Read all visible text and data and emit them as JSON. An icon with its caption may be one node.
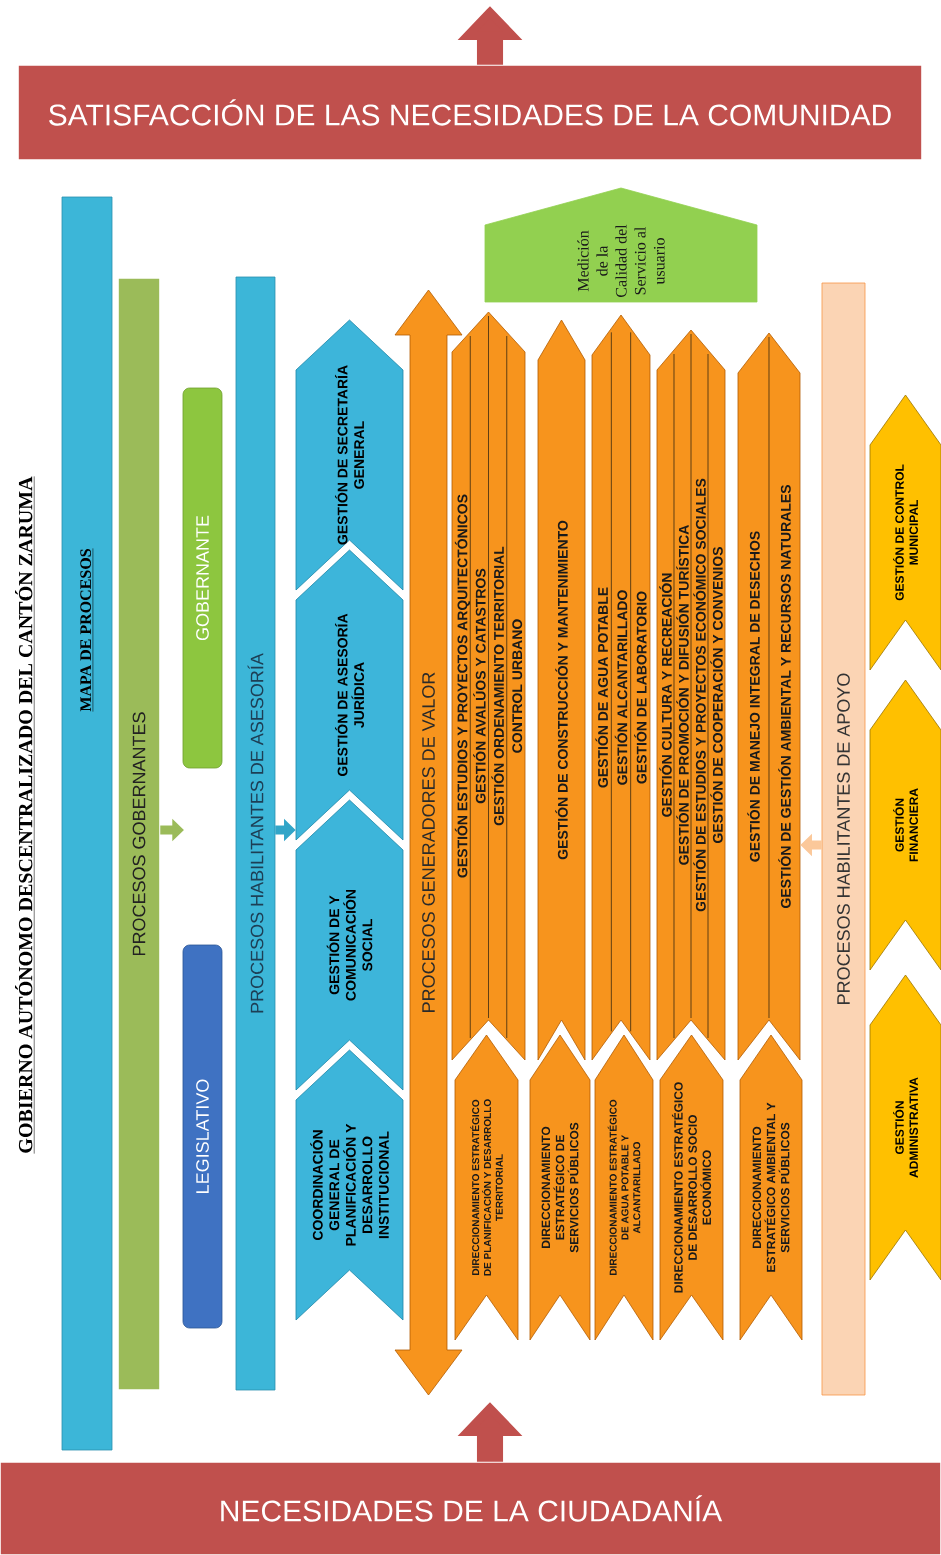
{
  "diagram": {
    "title": "GOBIERNO AUTÓNOMO DESCENTRALIZADO DEL CANTÓN ZARUMA",
    "nodes": [
      {
        "text": [
          "SATISFACCIÓN DE LAS NECESIDADES DE LA COMUNIDAD"
        ]
      },
      {
        "text": [
          "NECESIDADES DE LA CIUDADANÍA"
        ]
      },
      {
        "text": [
          "MAPA DE PROCESOS"
        ]
      },
      {
        "text": [
          "PROCESOS GOBERNANTES"
        ]
      },
      {
        "text": [
          "GOBERNANTE"
        ]
      },
      {
        "text": [
          "LEGISLATIVO"
        ]
      },
      {
        "text": [
          "PROCESOS HABILITANTES DE ASESORÍA"
        ]
      },
      {
        "text": [
          "GESTIÓN DE SECRETARÍA GENERAL"
        ]
      },
      {
        "text": [
          "GESTIÓN DE ASESORÍA JURÍDICA"
        ]
      },
      {
        "text": [
          "GESTIÓN DE Y COMUNICACIÓN SOCIAL"
        ]
      },
      {
        "text": [
          "COORDINACIÓN GENERAL DE PLANIFICACIÓN Y DESARROLLO INSTITUCIONAL"
        ]
      },
      {
        "text": [
          "PROCESOS GENERADORES DE VALOR"
        ]
      },
      {
        "text": [
          "Medición de la Calidad del Servicio al usuario"
        ]
      },
      {
        "text": [
          "GESTIÓN ESTUDIOS Y PROYECTOS ARQUITECTÓNICOS",
          "GESTIÓN AVALÚOS Y CATASTROS",
          "GESTIÓN ORDENAMIENTO TERRITORIAL",
          "CONTROL URBANO"
        ]
      },
      {
        "text": [
          "GESTIÓN DE CONSTRUCCIÓN Y MANTENIMIENTO"
        ]
      },
      {
        "text": [
          "GESTIÓN DE AGUA POTABLE",
          "GESTIÓN ALCANTARILLADO",
          "GESTIÓN DE LABORATORIO"
        ]
      },
      {
        "text": [
          "GESTIÓN CULTURA Y RECREACIÓN",
          "GESTIÓN DE PROMOCIÓN Y DIFUSIÓN TURÍSTICA",
          "GESTIÓN DE ESTUDIOS Y PROYECTOS ECONÓMICO SOCIALES",
          "GESTIÓN DE COOPERACIÓN Y CONVENIOS"
        ]
      },
      {
        "text": [
          "GESTIÓN DE MANEJO INTEGRAL DE DESECHOS",
          "GESTIÓN DE GESTIÓN AMBIENTAL Y RECURSOS NATURALES"
        ]
      },
      {
        "text": [
          "DIRECCIONAMIENTO ESTRATÉGICO DE PLANIFICACIÓN Y DESARROLLO TERRITORIAL"
        ]
      },
      {
        "text": [
          "DIRECCIONAMIENTO ESTRATÉGICO DE SERVICIOS PÚBLICOS"
        ]
      },
      {
        "text": [
          "DIRECCIONAMIENTO ESTRATÉGICO DE AGUA POTABLE Y ALCANTARILLADO"
        ]
      },
      {
        "text": [
          "DIRECCIONAMIENTO ESTRATÉGICO DE DESARROLLO SOCIO ECONÓMICO"
        ]
      },
      {
        "text": [
          "DIRECCIONAMIENTO ESTRATÉGICO AMBIENTAL Y SERVICIOS PÚBLICOS"
        ]
      },
      {
        "text": [
          "PROCESOS HABILITANTES DE APOYO"
        ]
      },
      {
        "text": [
          "GESTIÓN DE CONTROL MUNICIPAL"
        ]
      },
      {
        "text": [
          "GESTIÓN FINANCIERA"
        ]
      },
      {
        "text": [
          "GESTIÓN ADMINISTRATIVA"
        ]
      }
    ],
    "edges": [
      {
        "from": 0,
        "to": null,
        "arrow": "to",
        "style": "thick",
        "color": "#c0504d"
      },
      {
        "from": 1,
        "to": null,
        "arrow": "to",
        "style": "thick",
        "color": "#c0504d"
      },
      {
        "from": 3,
        "to": null,
        "arrow": "to",
        "color": "#9bbb59"
      },
      {
        "from": 6,
        "to": 9,
        "arrow": "to",
        "color": "#31a5c8"
      },
      {
        "from": 23,
        "to": 17,
        "arrow": "to",
        "color": "#fbc89a"
      }
    ]
  }
}
